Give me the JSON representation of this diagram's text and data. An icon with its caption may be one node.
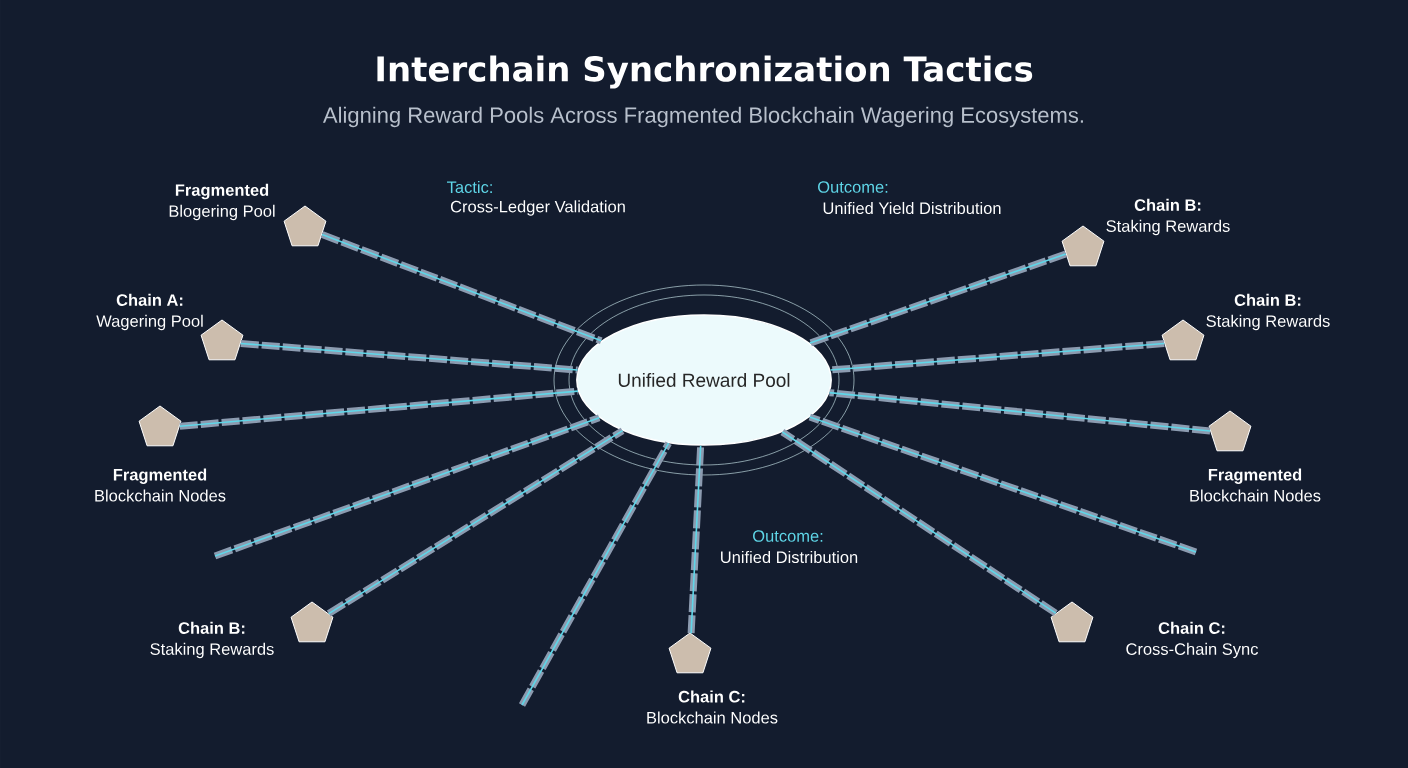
{
  "diagram": {
    "title": "Interchain Synchronization Tactics",
    "caption": "Aligning Reward Pools Across Fragmented Blockchain Wagering Ecosystems.",
    "nodes": [
      {
        "text": [
          "Unified Reward Pool"
        ]
      },
      {
        "text": [
          "Fragmented",
          "Blogering Pool"
        ]
      },
      {
        "text": [
          "Chain A:",
          "Wagering Pool"
        ]
      },
      {
        "text": [
          "Fragmented",
          "Blockchain Nodes"
        ]
      },
      {
        "text": [
          "Chain B:",
          "Staking Rewards"
        ]
      },
      {
        "text": [
          "Chain C:",
          "Blockchain Nodes"
        ]
      },
      {
        "text": [
          "Chain C:",
          "Cross-Chain Sync"
        ]
      },
      {
        "text": [
          "Fragmented",
          "Blockchain Nodes"
        ]
      },
      {
        "text": [
          "Chain B:",
          "Staking Rewards"
        ]
      },
      {
        "text": [
          "Chain B:",
          "Staking Rewards"
        ]
      }
    ],
    "edges": [
      {
        "from": 1,
        "to": 0,
        "arrow": "none"
      },
      {
        "from": 2,
        "to": 0,
        "arrow": "none"
      },
      {
        "from": 3,
        "to": 0,
        "arrow": "none"
      },
      {
        "from": null,
        "to": 0,
        "arrow": "none"
      },
      {
        "from": 4,
        "to": 0,
        "arrow": "none"
      },
      {
        "from": null,
        "to": 0,
        "arrow": "none"
      },
      {
        "from": 5,
        "to": 0,
        "arrow": "none"
      },
      {
        "from": 6,
        "to": 0,
        "arrow": "none"
      },
      {
        "from": null,
        "to": 0,
        "arrow": "none"
      },
      {
        "from": 7,
        "to": 0,
        "arrow": "none"
      },
      {
        "from": 8,
        "to": 0,
        "arrow": "none"
      },
      {
        "from": 9,
        "to": 0,
        "arrow": "none"
      }
    ],
    "labels": [
      "Tactic:",
      "Cross-Ledger Validation",
      "Outcome:",
      "Unified Yield Distribution",
      "Outcome:",
      "Unified Distribution"
    ]
  }
}
